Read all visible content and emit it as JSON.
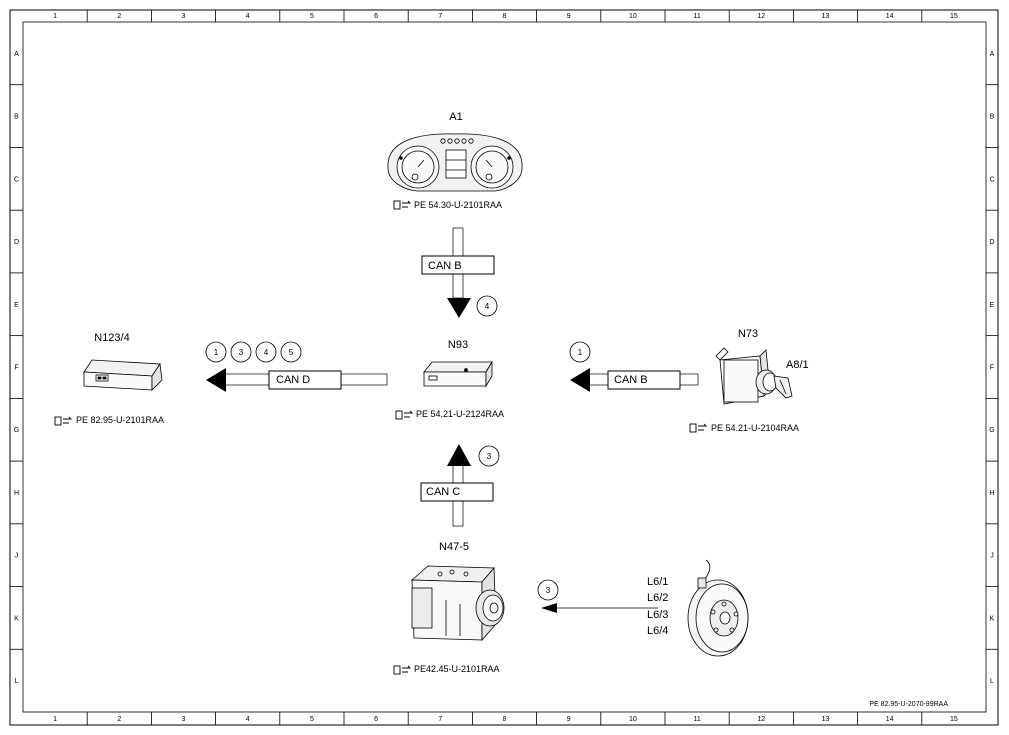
{
  "grid": {
    "columns": [
      "1",
      "2",
      "3",
      "4",
      "5",
      "6",
      "7",
      "8",
      "9",
      "10",
      "11",
      "12",
      "13",
      "14",
      "15"
    ],
    "rows": [
      "A",
      "B",
      "C",
      "D",
      "E",
      "F",
      "G",
      "H",
      "J",
      "K",
      "L"
    ]
  },
  "components": {
    "a1": {
      "name": "A1",
      "ref": "PE 54.30-U-2101RAA"
    },
    "n93": {
      "name": "N93",
      "ref": "PE 54.21-U-2124RAA"
    },
    "n123_4": {
      "name": "N123/4",
      "ref": "PE 82.95-U-2101RAA"
    },
    "n73": {
      "name": "N73",
      "sub": "A8/1",
      "ref": "PE 54.21-U-2104RAA"
    },
    "n47_5": {
      "name": "N47-5",
      "ref": "PE42.45-U-2101RAA"
    },
    "l6": {
      "labels": [
        "L6/1",
        "L6/2",
        "L6/3",
        "L6/4"
      ]
    }
  },
  "buses": {
    "can_b_top": "CAN B",
    "can_d": "CAN D",
    "can_b_right": "CAN B",
    "can_c": "CAN C"
  },
  "signals": {
    "top": [
      "4"
    ],
    "left": [
      "1",
      "3",
      "4",
      "5"
    ],
    "right": [
      "1"
    ],
    "bottom": [
      "3"
    ],
    "sensor": [
      "3"
    ]
  },
  "footer": {
    "doc_ref": "PE 82.95-U-2070-99RAA"
  }
}
